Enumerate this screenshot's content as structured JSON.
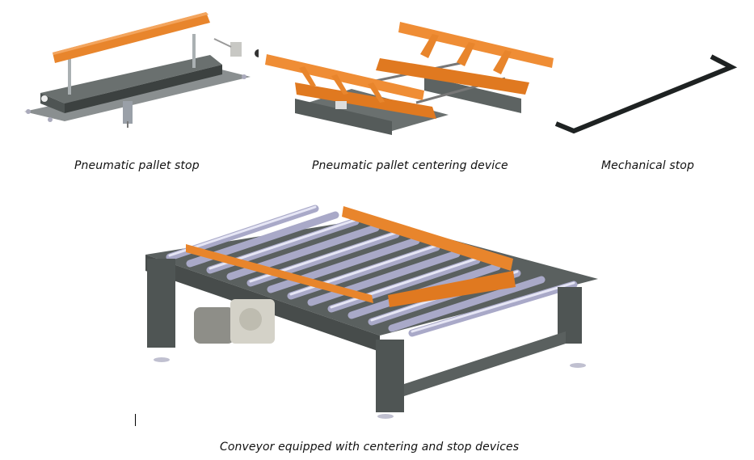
{
  "figures": [
    {
      "id": "pneumatic-pallet-stop",
      "caption": "Pneumatic pallet stop"
    },
    {
      "id": "pneumatic-pallet-centering-device",
      "caption": "Pneumatic pallet centering device"
    },
    {
      "id": "mechanical-stop",
      "caption": "Mechanical stop"
    },
    {
      "id": "conveyor-assembly",
      "caption": "Conveyor equipped with centering and stop devices"
    }
  ],
  "colors": {
    "orange": "#e8852c",
    "frame_gray": "#5a605f",
    "roller": "#c9c9e0",
    "black_bar": "#1e2222"
  }
}
